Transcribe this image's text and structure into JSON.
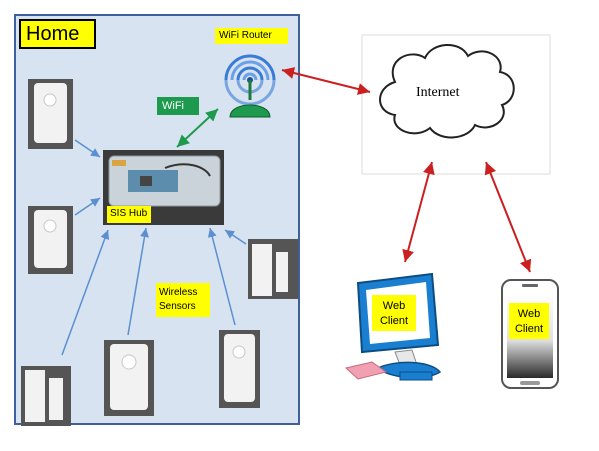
{
  "labels": {
    "home": "Home",
    "wifi_router": "WiFi Router",
    "wifi": "WiFi",
    "sis_hub": "SIS Hub",
    "wireless_sensors_line1": "Wireless",
    "wireless_sensors_line2": "Sensors",
    "internet": "Internet",
    "web_client_pc_line1": "Web",
    "web_client_pc_line2": "Client",
    "web_client_phone_line1": "Web",
    "web_client_phone_line2": "Client"
  },
  "icons": {
    "router": "wifi-router-icon",
    "hub": "sis-hub-device-icon",
    "sensor": "motion-sensor-icon",
    "door_sensor": "door-sensor-icon",
    "cloud": "internet-cloud-icon",
    "computer": "desktop-computer-icon",
    "phone": "smartphone-icon"
  },
  "colors": {
    "home_fill": "#d7e3f1",
    "home_border": "#3f5f9a",
    "label_yellow": "#ffff00",
    "wifi_green": "#1e9a4e",
    "blue_arrow": "#5b8fd0",
    "red_arrow": "#cc1f1f"
  }
}
